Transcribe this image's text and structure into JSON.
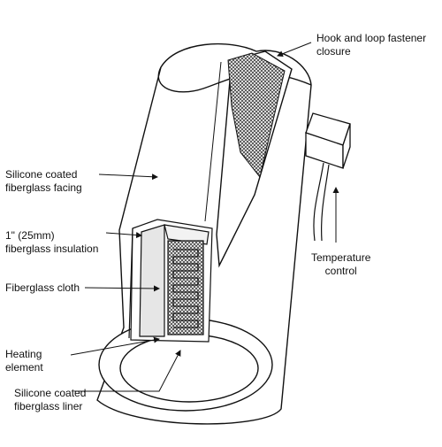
{
  "labels": {
    "hook_loop": [
      "Hook and loop fastener",
      "closure"
    ],
    "silicone_facing": [
      "Silicone coated",
      "fiberglass facing"
    ],
    "insulation": [
      "1\" (25mm)",
      "fiberglass insulation"
    ],
    "cloth": [
      "Fiberglass cloth"
    ],
    "heating": [
      "Heating",
      "element"
    ],
    "liner": [
      "Silicone coated",
      "fiberglass liner"
    ],
    "temperature": [
      "Temperature",
      "control"
    ]
  },
  "colors": {
    "ink": "#111111",
    "fill": "#ffffff",
    "mesh": "#555555",
    "shade": "#e6e6e6"
  }
}
